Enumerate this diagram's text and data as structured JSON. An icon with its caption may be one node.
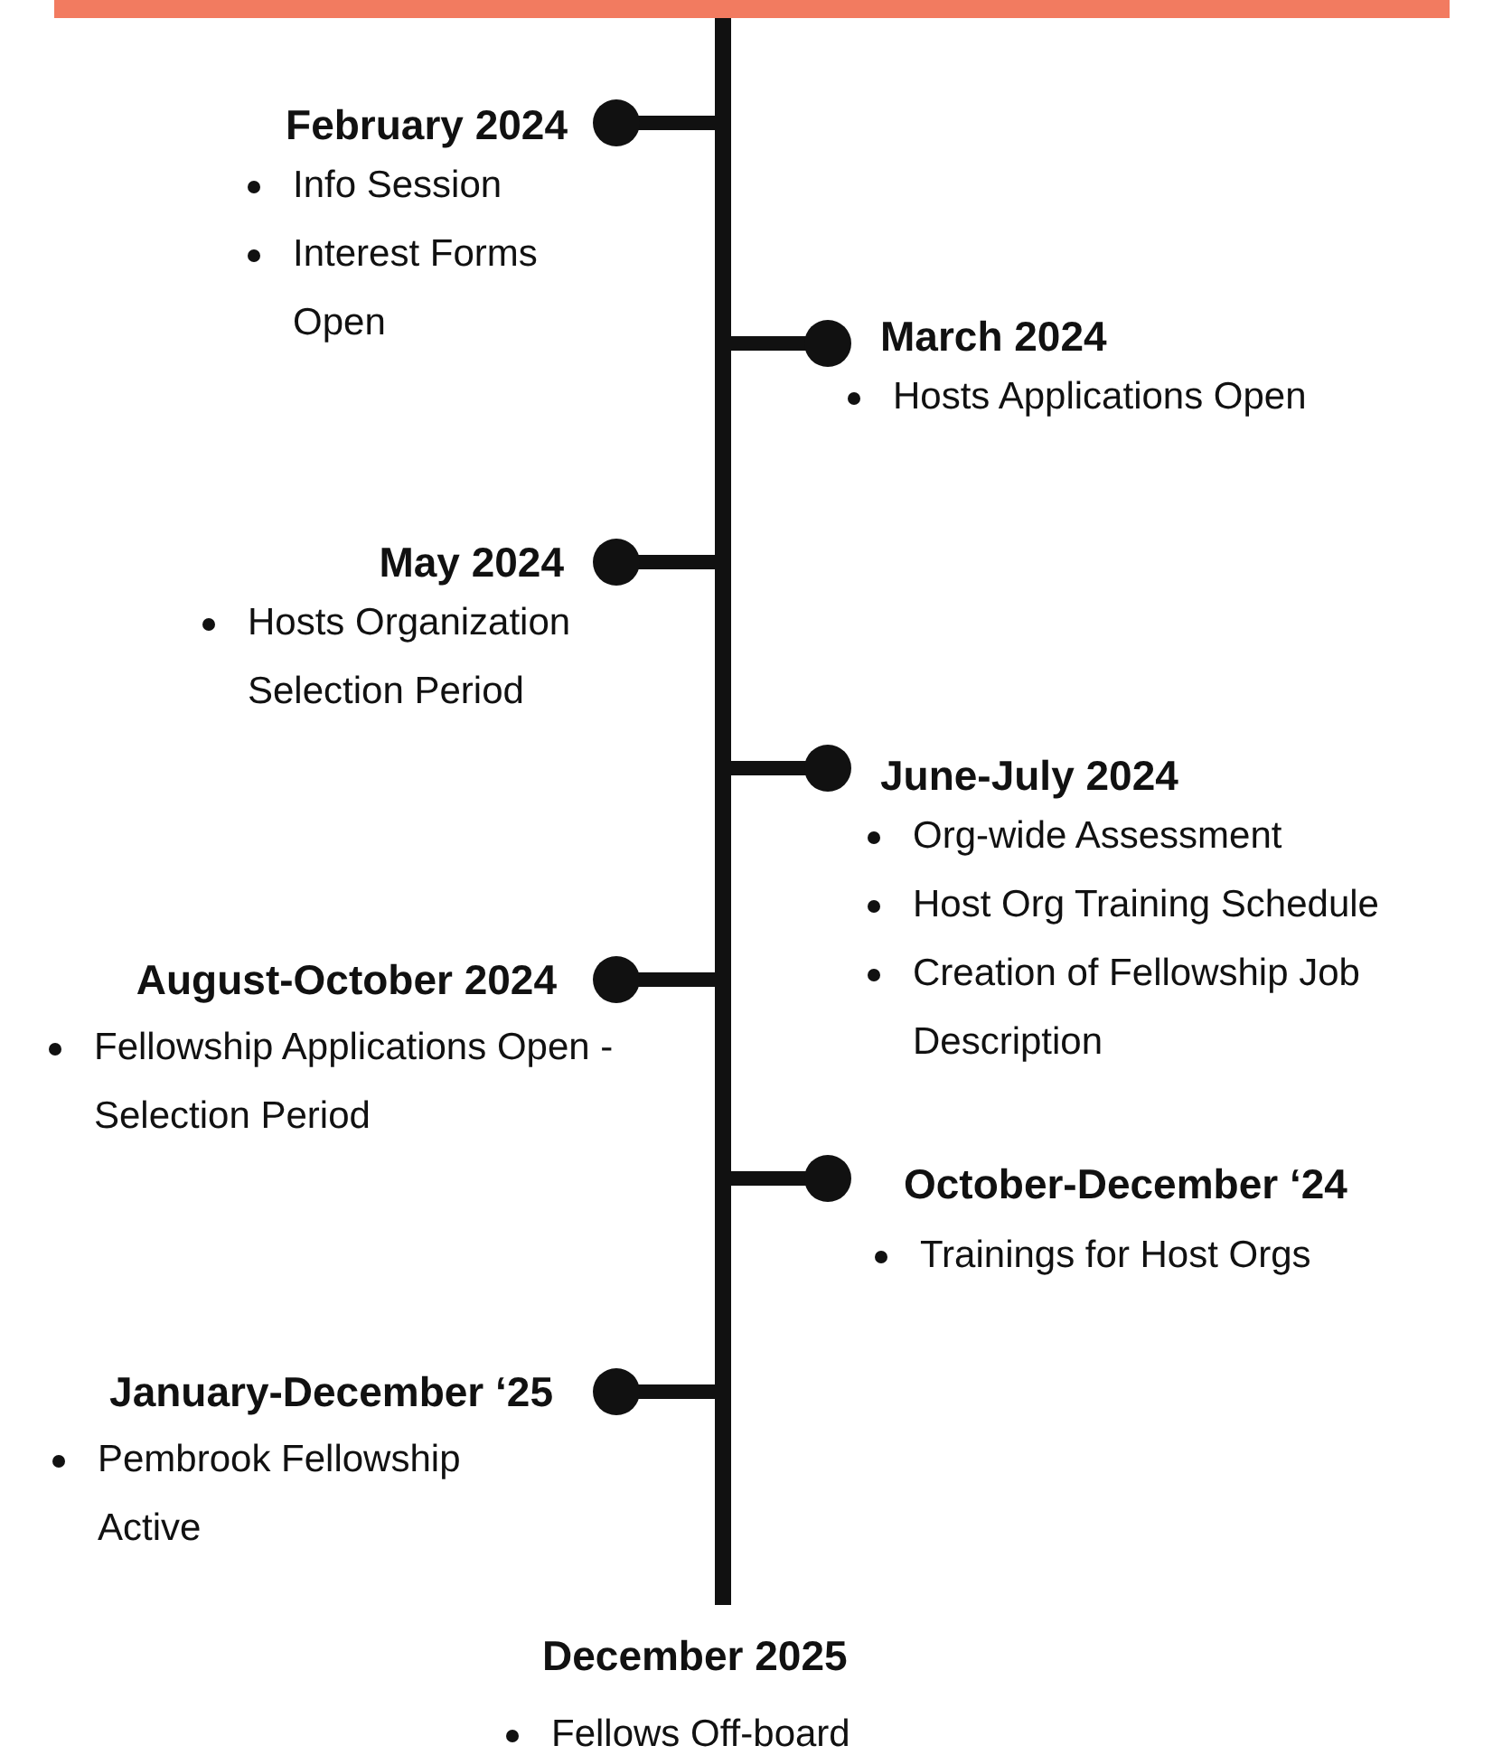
{
  "diagram": {
    "labels": [
      "February 2024",
      "Info Session",
      "Interest Forms Open",
      "March 2024",
      "Hosts Applications Open",
      "May 2024",
      "Hosts Organization Selection Period",
      "June-July 2024",
      "Org-wide Assessment",
      "Host Org Training Schedule",
      "Creation of Fellowship Job Description",
      "August-October 2024",
      "Fellowship Applications Open - Selection Period",
      "October-December ‘24",
      "Trainings for Host Orgs",
      "January-December ‘25",
      "Pembrook Fellowship Active",
      "December 2025",
      "Fellows Off-board"
    ]
  }
}
